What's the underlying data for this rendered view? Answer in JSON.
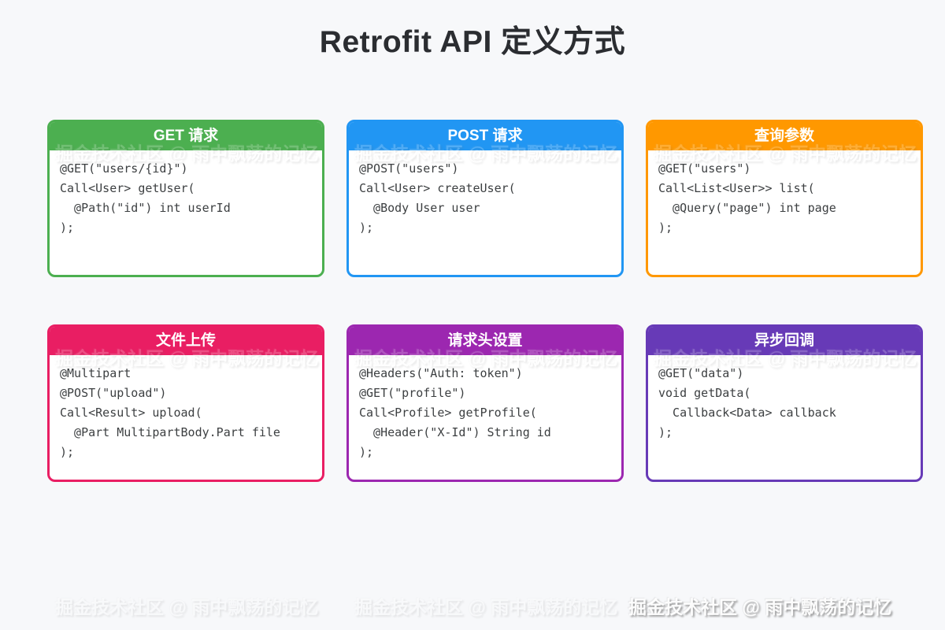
{
  "page": {
    "title": "Retrofit API 定义方式",
    "background_color": "#F7F8FA",
    "title_color": "#2B2D31"
  },
  "cards": [
    {
      "title": "GET 请求",
      "color": "#4CAF50",
      "code": [
        "@GET(\"users/{id}\")",
        "Call<User> getUser(",
        "  @Path(\"id\") int userId",
        ");"
      ]
    },
    {
      "title": "POST 请求",
      "color": "#2196F3",
      "code": [
        "@POST(\"users\")",
        "Call<User> createUser(",
        "  @Body User user",
        ");"
      ]
    },
    {
      "title": "查询参数",
      "color": "#FF9800",
      "code": [
        "@GET(\"users\")",
        "Call<List<User>> list(",
        "  @Query(\"page\") int page",
        ");"
      ]
    },
    {
      "title": "文件上传",
      "color": "#E91E63",
      "code": [
        "@Multipart",
        "@POST(\"upload\")",
        "Call<Result> upload(",
        "  @Part MultipartBody.Part file",
        ");"
      ]
    },
    {
      "title": "请求头设置",
      "color": "#9C27B0",
      "code": [
        "@Headers(\"Auth: token\")",
        "@GET(\"profile\")",
        "Call<Profile> getProfile(",
        "  @Header(\"X-Id\") String id",
        ");"
      ]
    },
    {
      "title": "异步回调",
      "color": "#673AB7",
      "code": [
        "@GET(\"data\")",
        "void getData(",
        "  Callback<Data> callback",
        ");"
      ]
    }
  ],
  "watermark": {
    "text": "掘金技术社区 @ 雨中飘荡的记忆"
  }
}
